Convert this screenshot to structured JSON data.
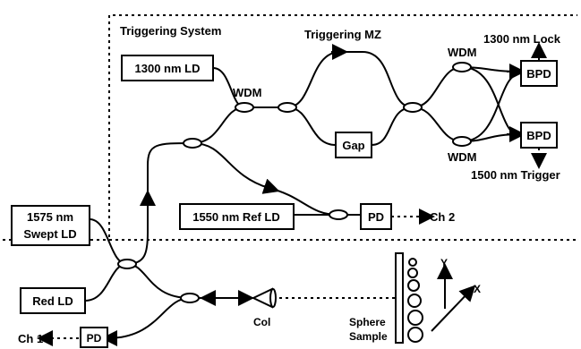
{
  "labels": {
    "triggering_system": "Triggering System",
    "triggering_mz": "Triggering MZ",
    "lock_1300": "1300 nm Lock",
    "trigger_1500": "1500 nm Trigger",
    "wdm_left": "WDM",
    "wdm_top": "WDM",
    "wdm_bottom": "WDM",
    "ch2": "Ch 2",
    "ch1": "Ch 1",
    "col": "Col",
    "sphere": "Sphere",
    "sample": "Sample",
    "axis_y": "Y",
    "axis_x": "X"
  },
  "boxes": {
    "ld1300": "1300 nm LD",
    "gap": "Gap",
    "bpd_top": "BPD",
    "bpd_bottom": "BPD",
    "ref_ld": "1550 nm Ref LD",
    "pd_ref": "PD",
    "swept_line1": "1575 nm",
    "swept_line2": "Swept LD",
    "red_ld": "Red LD",
    "pd_ch1": "PD"
  }
}
